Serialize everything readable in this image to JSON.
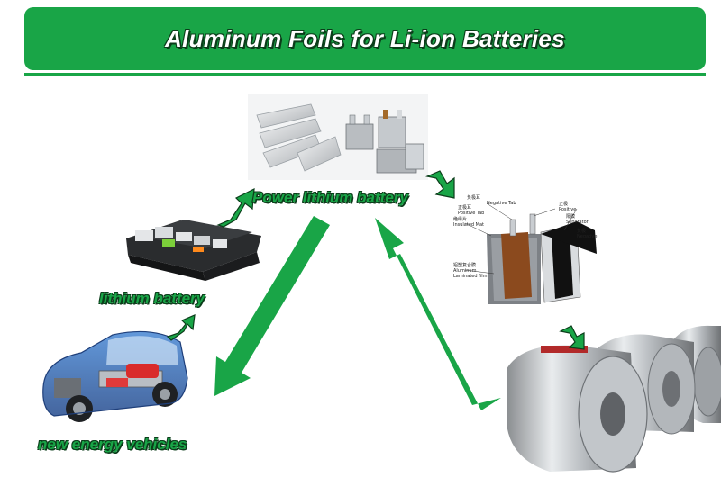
{
  "header": {
    "title": "Aluminum Foils for Li-ion Batteries"
  },
  "nodes": {
    "power_battery": "Power lithium battery",
    "lithium_battery": "lithium battery",
    "vehicles": "new energy vehicles"
  },
  "cell_diagram_labels": {
    "tab_cn": "负极耳",
    "negative_tab": "Negative Tab",
    "positive_tab_cn": "正极耳",
    "positive_tab": "Positive Tab",
    "positive_cn": "正极",
    "positive": "Positive",
    "separator_cn": "隔膜",
    "separator": "Separator",
    "insulated_mat_cn": "绝缘片",
    "insulated_mat": "Insulated Mat",
    "negative_cn": "负极",
    "negative": "Negative",
    "film_cn": "铝塑复合膜",
    "film_1": "Aluminum",
    "film_2": "Laminated film"
  },
  "colors": {
    "brand_green": "#19a547",
    "dark_outline": "#0b3d1a"
  },
  "icons": [
    "battery-cells-icon",
    "battery-pack-icon",
    "ev-car-icon",
    "cell-cross-section-icon",
    "foil-rolls-icon"
  ]
}
